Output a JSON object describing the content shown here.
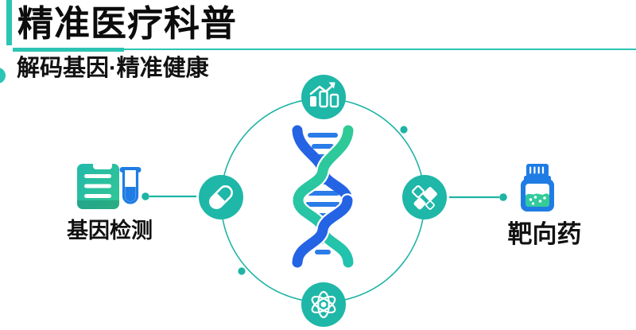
{
  "header": {
    "title": "精准医疗科普",
    "subtitle": "解码基因·精准健康"
  },
  "diagram": {
    "center": {
      "icon": "dna-helix-icon"
    },
    "orbit_nodes": [
      {
        "position": "top",
        "icon": "bar-chart-growth-icon"
      },
      {
        "position": "left",
        "icon": "capsule-pill-icon"
      },
      {
        "position": "right",
        "icon": "diamond-molecule-icon"
      },
      {
        "position": "bottom",
        "icon": "atom-icon"
      }
    ],
    "left_item": {
      "label": "基因检测",
      "icons": [
        "clipboard-report-icon",
        "test-tube-icon"
      ]
    },
    "right_item": {
      "label": "靶向药",
      "icons": [
        "medicine-bottle-icon"
      ]
    }
  },
  "colors": {
    "teal": "#1eb7a8",
    "teal_bright": "#2cc4b4",
    "blue": "#1f7ce4",
    "dna_blue": "#2464e4",
    "dna_teal": "#2bc79f",
    "text": "#111111",
    "background": "#ffffff"
  }
}
